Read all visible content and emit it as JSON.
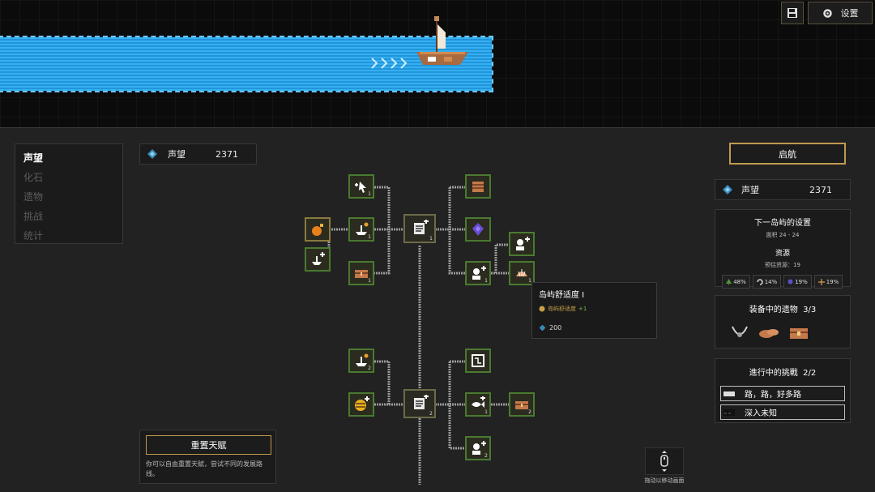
{
  "top_bar": {
    "settings_label": "设置"
  },
  "side_nav": {
    "items": [
      {
        "label": "声望",
        "active": true
      },
      {
        "label": "化石",
        "active": false
      },
      {
        "label": "遗物",
        "active": false
      },
      {
        "label": "挑战",
        "active": false
      },
      {
        "label": "统计",
        "active": false
      }
    ]
  },
  "prestige": {
    "label": "声望",
    "value": "2371"
  },
  "reset": {
    "button_label": "重置天赋",
    "description": "你可以自由重置天赋，尝试不同的发展路线。"
  },
  "right_panel": {
    "depart_label": "启航",
    "prestige_label": "声望",
    "prestige_value": "2371",
    "island": {
      "title": "下一岛屿的设置",
      "size": "面积 24 - 24",
      "resources_title": "资源",
      "estimated": "预估资源：19",
      "resources": [
        {
          "icon": "tree-icon",
          "value": "48%",
          "color": "#4a9a3a"
        },
        {
          "icon": "swirl-icon",
          "value": "14%",
          "color": "#d8d8d8"
        },
        {
          "icon": "orb-icon",
          "value": "19%",
          "color": "#5a50c8"
        },
        {
          "icon": "sparkle-icon",
          "value": "19%",
          "color": "#d8a050"
        }
      ]
    },
    "relics": {
      "title": "装备中的遗物",
      "count": "3/3"
    },
    "challenges": {
      "title": "進行中的挑戰",
      "count": "2/2",
      "items": [
        {
          "label": "路，路，好多路"
        },
        {
          "label": "深入未知"
        }
      ]
    }
  },
  "tooltip": {
    "title": "岛屿舒适度 I",
    "effect": "岛屿舒适度",
    "effect_bonus": "+1",
    "cost": "200"
  },
  "drag_hint": "拖动以移动画面",
  "talent_tree": {
    "nodes": [
      {
        "icon": "cursor-plus-icon",
        "sub": "1"
      },
      {
        "icon": "fruit-icon",
        "sub": ""
      },
      {
        "icon": "boat-sun-icon",
        "sub": "1"
      },
      {
        "icon": "boat-plus-icon",
        "sub": ""
      },
      {
        "icon": "chest-icon",
        "sub": "1"
      },
      {
        "icon": "scroll-icon",
        "sub": "1"
      },
      {
        "icon": "crate-icon",
        "sub": ""
      },
      {
        "icon": "purple-gem-icon",
        "sub": ""
      },
      {
        "icon": "villager-plus-icon",
        "sub": "1"
      },
      {
        "icon": "villager-plus-icon",
        "sub": ""
      },
      {
        "icon": "shell-icon",
        "sub": "1"
      },
      {
        "icon": "boat-sun-icon",
        "sub": "2"
      },
      {
        "icon": "beehive-icon",
        "sub": ""
      },
      {
        "icon": "scroll-icon",
        "sub": "2"
      },
      {
        "icon": "map-icon",
        "sub": ""
      },
      {
        "icon": "fish-plus-icon",
        "sub": "1"
      },
      {
        "icon": "chest-icon",
        "sub": "2"
      },
      {
        "icon": "villager-plus-icon",
        "sub": "2"
      }
    ]
  }
}
